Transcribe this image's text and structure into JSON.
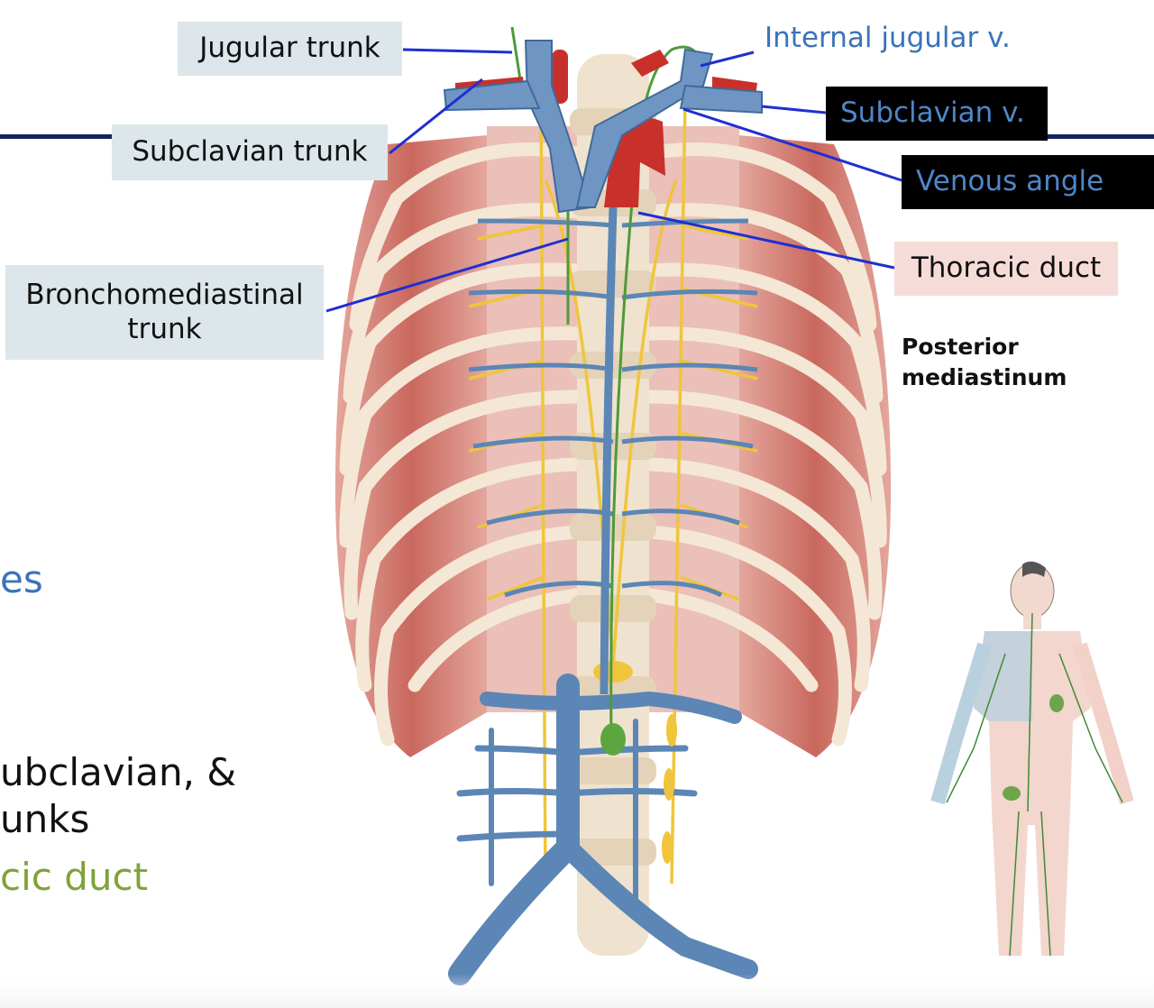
{
  "labels": {
    "jugular_trunk": "Jugular trunk",
    "internal_jugular_v": "Internal jugular v.",
    "subclavian_trunk": "Subclavian trunk",
    "subclavian_v": "Subclavian v.",
    "venous_angle": "Venous angle",
    "bronchomediastinal_line1": "Bronchomediastinal",
    "bronchomediastinal_line2": "trunk",
    "thoracic_duct": "Thoracic duct",
    "posterior_line1": "Posterior",
    "posterior_line2": "mediastinum"
  },
  "slide_text": {
    "fragment_es": "es",
    "fragment_subclavian": "ubclavian, &",
    "fragment_trunks": "unks",
    "fragment_duct": "cic duct"
  },
  "colors": {
    "vein_blue": "#5b86b6",
    "artery_red": "#c8312b",
    "lymph_green": "#4f9a3a",
    "nerve_yellow": "#f0c53b",
    "muscle": "#cf7b70",
    "rib": "#f3e6d4",
    "leader_line": "#1f2fd1",
    "header_rule": "#15235c"
  }
}
